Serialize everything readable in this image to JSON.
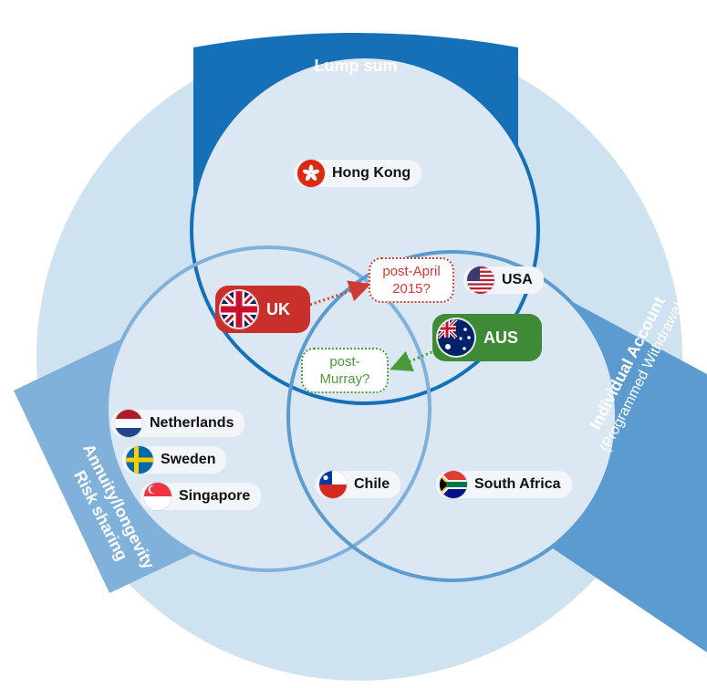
{
  "colors": {
    "outer_circle": "#cfe2f0",
    "lump_sum": "#1570b8",
    "annuity": "#80b1da",
    "individual": "#5b9bd0",
    "uk_red": "#c8302b",
    "aus_green": "#3f8a36",
    "note_red": "#d23b33",
    "note_green": "#4a9a3a"
  },
  "categories": {
    "lump_sum": "Lump sum",
    "annuity_line1": "Annuity/longevity",
    "annuity_line2": "Risk sharing",
    "individual_line1": "Individual Account",
    "individual_line2": "(Programmed Withdrawals)"
  },
  "countries": {
    "hong_kong": "Hong Kong",
    "uk": "UK",
    "usa": "USA",
    "aus": "AUS",
    "netherlands": "Netherlands",
    "sweden": "Sweden",
    "singapore": "Singapore",
    "chile": "Chile",
    "south_africa": "South Africa"
  },
  "notes": {
    "post_april_line1": "post-April",
    "post_april_line2": "2015?",
    "post_murray_line1": "post-",
    "post_murray_line2": "Murray?"
  },
  "icons": [
    "hong-kong-flag-icon",
    "uk-flag-icon",
    "usa-flag-icon",
    "australia-flag-icon",
    "netherlands-flag-icon",
    "sweden-flag-icon",
    "singapore-flag-icon",
    "chile-flag-icon",
    "south-africa-flag-icon"
  ]
}
